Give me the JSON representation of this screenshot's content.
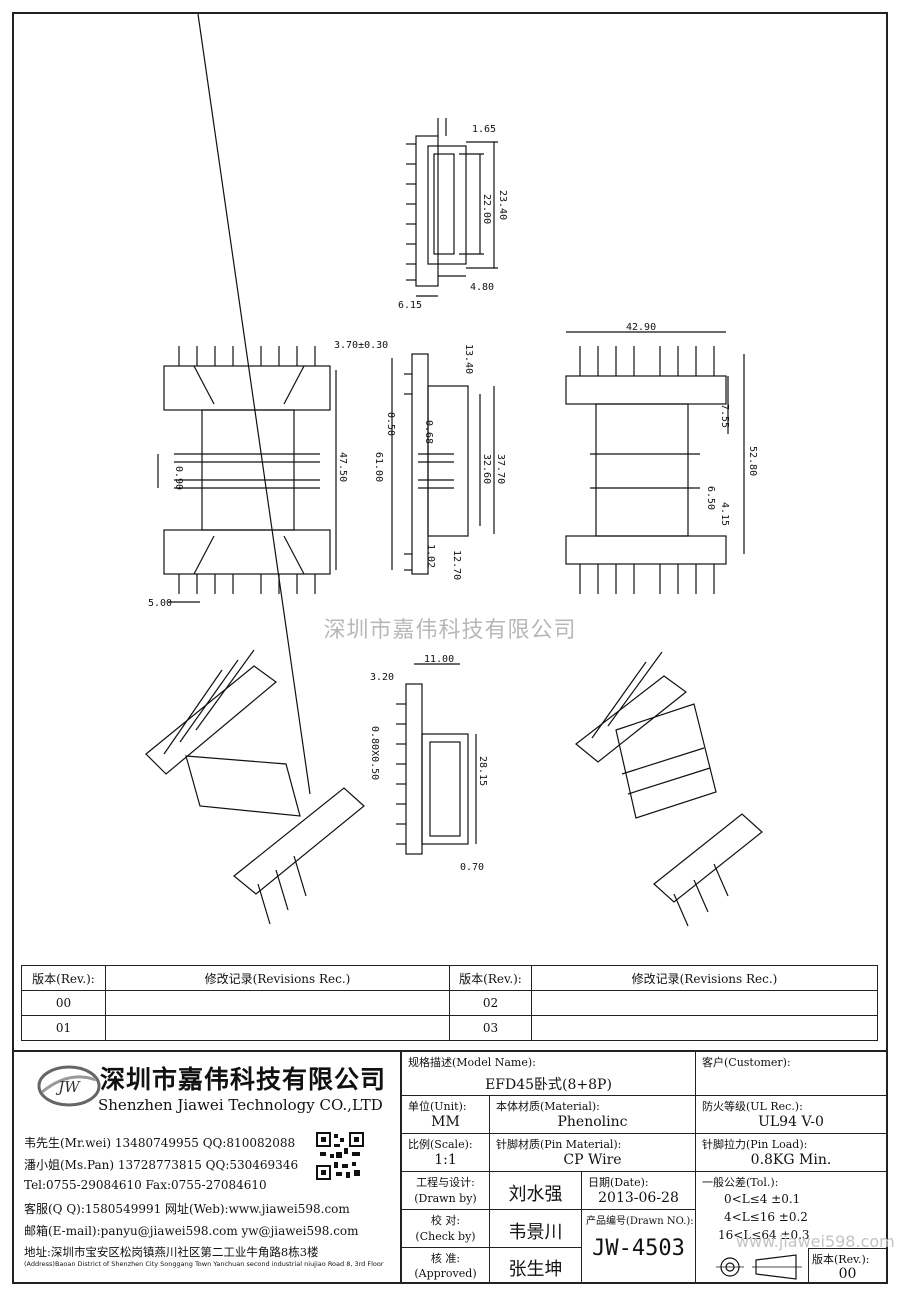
{
  "watermark": "深圳市嘉伟科技有限公司",
  "dimensions": {
    "d_1_65": "1.65",
    "d_23_40": "23.40",
    "d_22_00": "22.00",
    "d_4_80": "4.80",
    "d_6_15": "6.15",
    "d_3_70": "3.70±0.30",
    "d_13_40": "13.40",
    "d_0_50": "0.50",
    "d_0_68": "0.68",
    "d_61_00": "61.00",
    "d_37_70": "37.70",
    "d_32_60": "32.60",
    "d_1_02": "1.02",
    "d_12_70": "12.70",
    "d_47_50": "47.50",
    "d_0_90": "0.90",
    "d_5_00": "5.00",
    "d_42_90": "42.90",
    "d_7_55": "7.55",
    "d_52_80": "52.80",
    "d_6_50": "6.50",
    "d_4_15": "4.15",
    "d_11_00": "11.00",
    "d_3_20": "3.20",
    "d_0_80": "0.80X0.50",
    "d_28_15": "28.15",
    "d_0_70": "0.70"
  },
  "revisions": {
    "header_rev": "版本(Rev.):",
    "header_rec": "修改记录(Revisions Rec.)",
    "r00": "00",
    "r01": "01",
    "r02": "02",
    "r03": "03"
  },
  "company": {
    "logo_text": "JW",
    "cn_name": "深圳市嘉伟科技有限公司",
    "en_name": "Shenzhen Jiawei Technology CO.,LTD",
    "line1": "韦先生(Mr.wei) 13480749955 QQ:810082088",
    "line2": "潘小姐(Ms.Pan) 13728773815 QQ:530469346",
    "line3": "Tel:0755-29084610      Fax:0755-27084610",
    "line4": "客服(Q Q):1580549991   网址(Web):www.jiawei598.com",
    "line5": "邮箱(E-mail):panyu@jiawei598.com  yw@jiawei598.com",
    "address": "地址:深圳市宝安区松岗镇燕川社区第二工业牛角路8栋3楼",
    "address_en": "(Address)Baoan District of Shenzhen City Songgang Town Yanchuan  second industrial niujiao Road 8, 3rd Floor"
  },
  "title_block": {
    "model_label": "规格描述(Model Name):",
    "model_value": "EFD45卧式(8+8P)",
    "customer_label": "客户(Customer):",
    "customer_value": "",
    "unit_label": "单位(Unit):",
    "unit_value": "MM",
    "material_label": "本体材质(Material):",
    "material_value": "Phenolinc",
    "ul_label": "防火等级(UL Rec.):",
    "ul_value": "UL94 V-0",
    "scale_label": "比例(Scale):",
    "scale_value": "1:1",
    "pin_mat_label": "针脚材质(Pin Material):",
    "pin_mat_value": "CP Wire",
    "pin_load_label": "针脚拉力(Pin Load):",
    "pin_load_value": "0.8KG Min.",
    "drawn_label": "工程与设计:",
    "drawn_label2": "(Drawn by)",
    "drawn_value": "刘水强",
    "date_label": "日期(Date):",
    "date_value": "2013-06-28",
    "check_label": "校   对:",
    "check_label2": "(Check by)",
    "check_value": "韦景川",
    "drawn_no_label": "产品编号(Drawn NO.):",
    "drawn_no_value": "JW-4503",
    "approve_label": "核   准:",
    "approve_label2": "(Approved)",
    "approve_value": "张生坤",
    "tol_label": "一般公差(Tol.):",
    "tol1": "0<L≤4      ±0.1",
    "tol2": "4<L≤16    ±0.2",
    "tol3": "16<L≤64   ±0.3",
    "ver_label": "版本(Rev.):",
    "ver_value": "00",
    "bg_watermark": "www.jiawei598.com"
  }
}
